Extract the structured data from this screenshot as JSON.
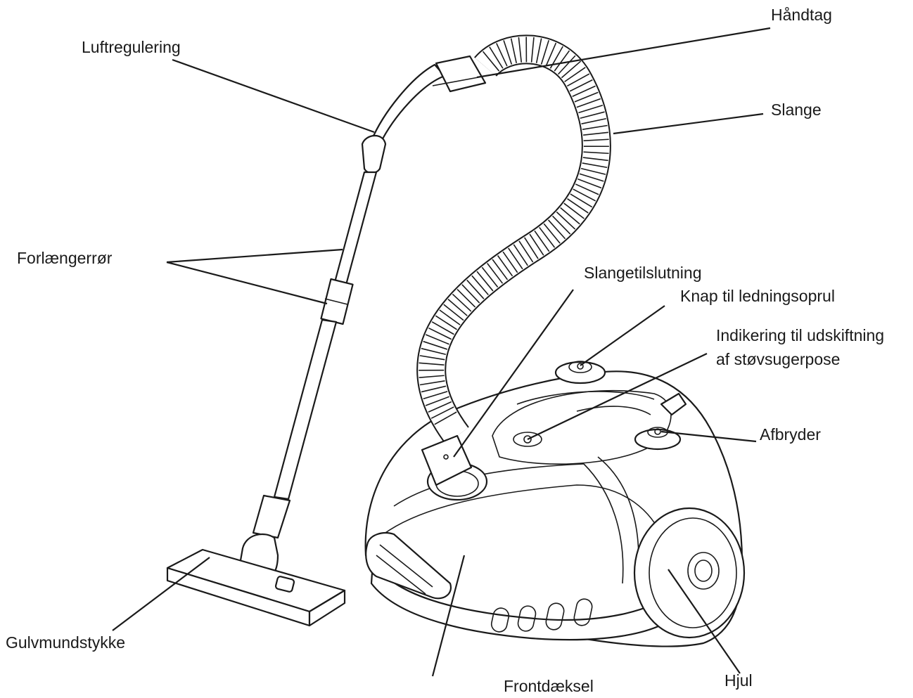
{
  "diagram": {
    "labels": {
      "haandtag": "Håndtag",
      "luftregulering": "Luftregulering",
      "slange": "Slange",
      "forlaengerror": "Forlængerrør",
      "slangetilslutning": "Slangetilslutning",
      "knap_ledningsoprul": "Knap til ledningsoprul",
      "indikering_line1": "Indikering til udskiftning",
      "indikering_line2": "af støvsugerpose",
      "afbryder": "Afbryder",
      "gulvmundstykke": "Gulvmundstykke",
      "frontdaeksel": "Frontdæksel",
      "hjul": "Hjul"
    },
    "line_color": "#1a1a1a",
    "background": "#ffffff"
  }
}
